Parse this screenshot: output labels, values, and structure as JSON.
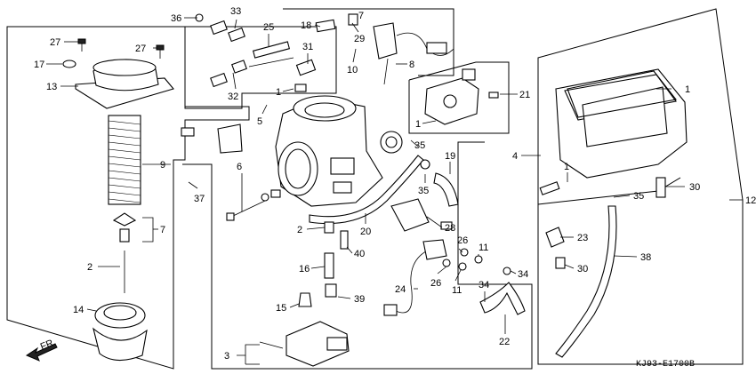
{
  "diagram": {
    "code": "KJ93-E1700B",
    "direction": "FR.",
    "labels": [
      {
        "id": "l36",
        "text": "36"
      },
      {
        "id": "l33",
        "text": "33"
      },
      {
        "id": "l25",
        "text": "25"
      },
      {
        "id": "l18",
        "text": "18"
      },
      {
        "id": "l29",
        "text": "29"
      },
      {
        "id": "l7a",
        "text": "7"
      },
      {
        "id": "l27a",
        "text": "27"
      },
      {
        "id": "l27b",
        "text": "27"
      },
      {
        "id": "l17",
        "text": "17"
      },
      {
        "id": "l13",
        "text": "13"
      },
      {
        "id": "l31",
        "text": "31"
      },
      {
        "id": "l10",
        "text": "10"
      },
      {
        "id": "l8",
        "text": "8"
      },
      {
        "id": "l32",
        "text": "32"
      },
      {
        "id": "l1a",
        "text": "1"
      },
      {
        "id": "l21",
        "text": "21"
      },
      {
        "id": "l1b",
        "text": "1"
      },
      {
        "id": "l1c",
        "text": "1"
      },
      {
        "id": "l5",
        "text": "5"
      },
      {
        "id": "l4",
        "text": "4"
      },
      {
        "id": "l9",
        "text": "9"
      },
      {
        "id": "l35a",
        "text": "35"
      },
      {
        "id": "l19",
        "text": "19"
      },
      {
        "id": "l1d",
        "text": "1"
      },
      {
        "id": "l6",
        "text": "6"
      },
      {
        "id": "l37",
        "text": "37"
      },
      {
        "id": "l35b",
        "text": "35"
      },
      {
        "id": "l30a",
        "text": "30"
      },
      {
        "id": "l35c",
        "text": "35"
      },
      {
        "id": "l12",
        "text": "12"
      },
      {
        "id": "l7b",
        "text": "7"
      },
      {
        "id": "l2a",
        "text": "2"
      },
      {
        "id": "l20",
        "text": "20"
      },
      {
        "id": "l28",
        "text": "28"
      },
      {
        "id": "l23",
        "text": "23"
      },
      {
        "id": "l40",
        "text": "40"
      },
      {
        "id": "l26a",
        "text": "26"
      },
      {
        "id": "l11a",
        "text": "11"
      },
      {
        "id": "l38",
        "text": "38"
      },
      {
        "id": "l2b",
        "text": "2"
      },
      {
        "id": "l16",
        "text": "16"
      },
      {
        "id": "l30b",
        "text": "30"
      },
      {
        "id": "l34a",
        "text": "34"
      },
      {
        "id": "l26b",
        "text": "26"
      },
      {
        "id": "l11b",
        "text": "11"
      },
      {
        "id": "l24",
        "text": "24"
      },
      {
        "id": "l34b",
        "text": "34"
      },
      {
        "id": "l39",
        "text": "39"
      },
      {
        "id": "l14",
        "text": "14"
      },
      {
        "id": "l15",
        "text": "15"
      },
      {
        "id": "l22",
        "text": "22"
      },
      {
        "id": "l3",
        "text": "3"
      }
    ]
  }
}
